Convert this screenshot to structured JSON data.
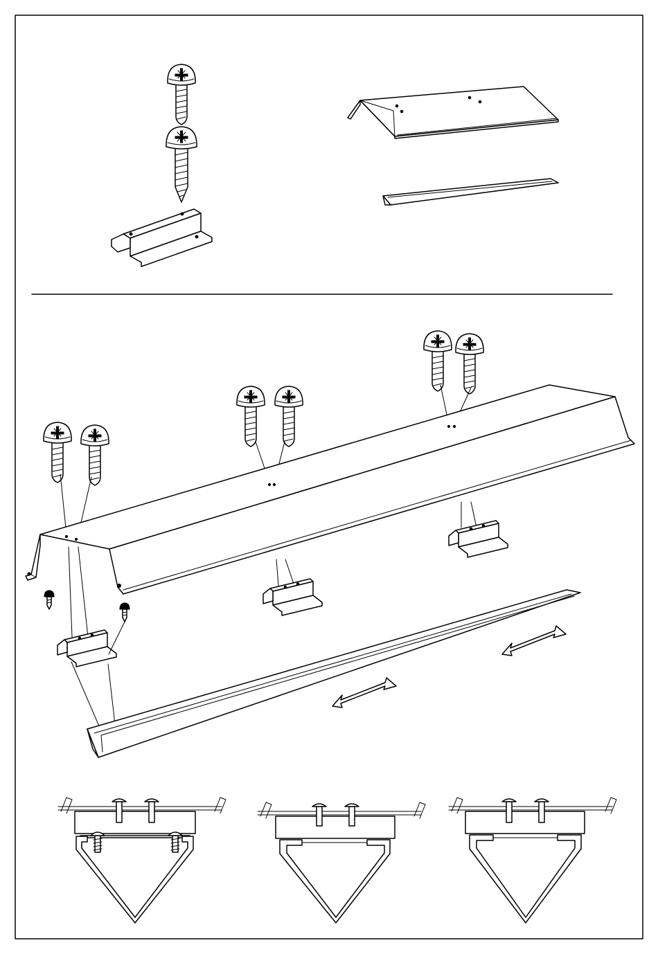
{
  "diagram": {
    "kind": "assembly-instruction",
    "text_labels": [],
    "colors": {
      "line": "#000000",
      "background": "#ffffff"
    },
    "parts_panel": {
      "items": [
        {
          "name": "machine-screw-icon"
        },
        {
          "name": "tapping-screw-icon"
        },
        {
          "name": "mounting-bracket-icon"
        },
        {
          "name": "gutter-cover-icon"
        },
        {
          "name": "gutter-channel-icon"
        }
      ]
    },
    "assembly_panel": {
      "screw_pairs": 3,
      "brackets": 3,
      "slide_arrows": 2
    },
    "cross_sections": 3
  }
}
